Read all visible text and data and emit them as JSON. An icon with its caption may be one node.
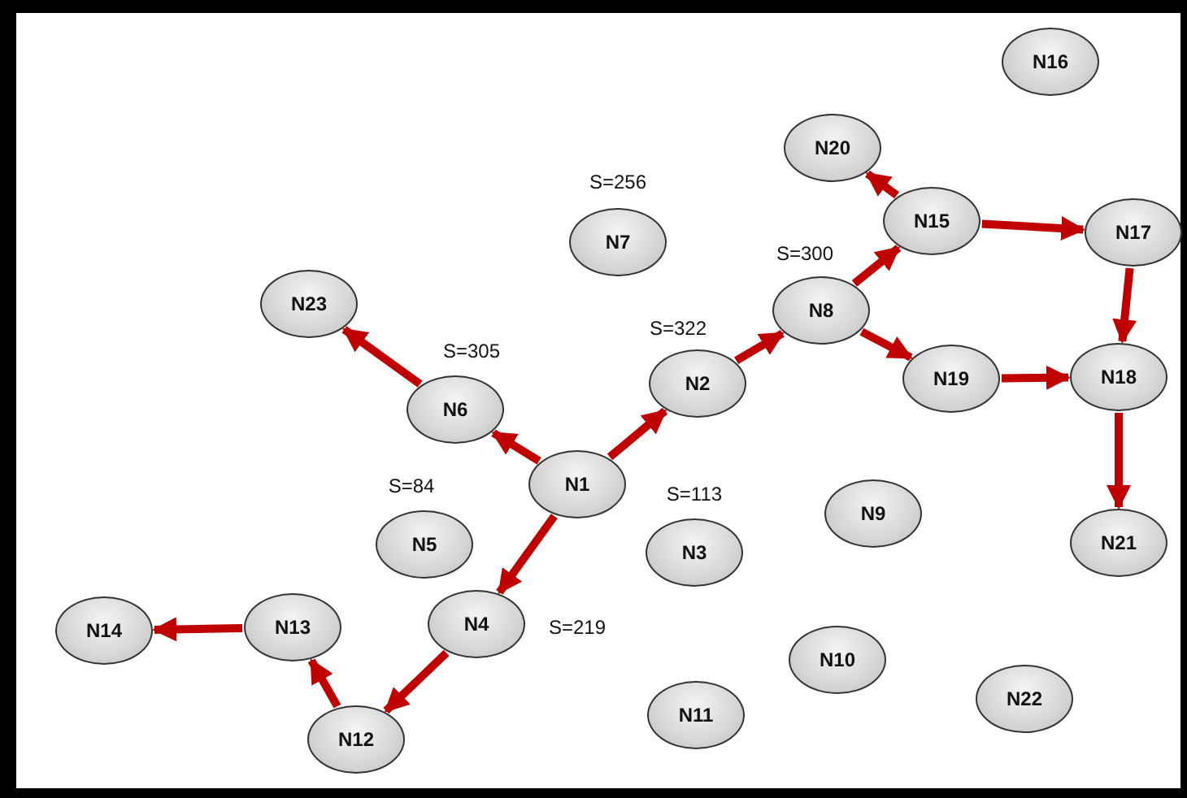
{
  "diagram": {
    "nodes": [
      {
        "text": [
          "N16"
        ]
      },
      {
        "text": [
          "N20"
        ]
      },
      {
        "text": [
          "N7"
        ],
        "beside": [
          "S=256"
        ]
      },
      {
        "text": [
          "N15"
        ]
      },
      {
        "text": [
          "N17"
        ]
      },
      {
        "text": [
          "N23"
        ]
      },
      {
        "text": [
          "N8"
        ],
        "beside": [
          "S=300"
        ]
      },
      {
        "text": [
          "N2"
        ],
        "beside": [
          "S=322"
        ]
      },
      {
        "text": [
          "N19"
        ]
      },
      {
        "text": [
          "N18"
        ]
      },
      {
        "text": [
          "N6"
        ],
        "beside": [
          "S=305"
        ]
      },
      {
        "text": [
          "N1"
        ]
      },
      {
        "text": [
          "N9"
        ]
      },
      {
        "text": [
          "N5"
        ],
        "beside": [
          "S=84"
        ]
      },
      {
        "text": [
          "N3"
        ],
        "beside": [
          "S=113"
        ]
      },
      {
        "text": [
          "N21"
        ]
      },
      {
        "text": [
          "N13"
        ]
      },
      {
        "text": [
          "N4"
        ],
        "beside": [
          "S=219"
        ]
      },
      {
        "text": [
          "N14"
        ]
      },
      {
        "text": [
          "N10"
        ]
      },
      {
        "text": [
          "N22"
        ]
      },
      {
        "text": [
          "N11"
        ]
      },
      {
        "text": [
          "N12"
        ]
      }
    ],
    "edges": [
      {
        "from": 11,
        "to": 7,
        "arrow": "to"
      },
      {
        "from": 7,
        "to": 6,
        "arrow": "to"
      },
      {
        "from": 6,
        "to": 3,
        "arrow": "to"
      },
      {
        "from": 3,
        "to": 1,
        "arrow": "to"
      },
      {
        "from": 3,
        "to": 4,
        "arrow": "to"
      },
      {
        "from": 4,
        "to": 9,
        "arrow": "to"
      },
      {
        "from": 6,
        "to": 8,
        "arrow": "to"
      },
      {
        "from": 8,
        "to": 9,
        "arrow": "to"
      },
      {
        "from": 9,
        "to": 15,
        "arrow": "to"
      },
      {
        "from": 11,
        "to": 10,
        "arrow": "to"
      },
      {
        "from": 10,
        "to": 5,
        "arrow": "to"
      },
      {
        "from": 11,
        "to": 17,
        "arrow": "to"
      },
      {
        "from": 17,
        "to": 22,
        "arrow": "to"
      },
      {
        "from": 22,
        "to": 16,
        "arrow": "to"
      },
      {
        "from": 16,
        "to": 18,
        "arrow": "to"
      }
    ]
  }
}
